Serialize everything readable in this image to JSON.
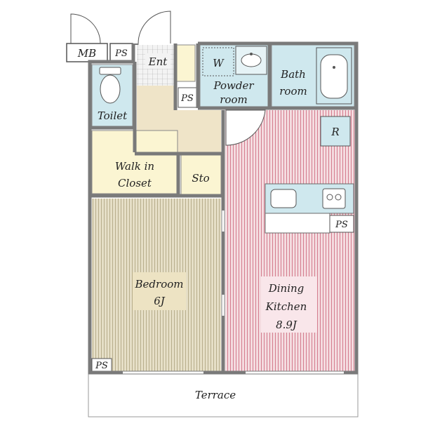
{
  "colors": {
    "wall": "#7a7a7a",
    "bedroom_floor": "#e6dfc7",
    "bedroom_stripe": "#b7ad8b",
    "dk_floor": "#f4dce0",
    "dk_stripe": "#d47b8d",
    "wet_area": "#cfe8ee",
    "closet": "#fbf5d2",
    "hall": "#efe4c8",
    "entrance_tile": "#f2f2f2",
    "label_panel_bed": "#ede3c3",
    "label_panel_dk": "#f9e6ea"
  },
  "rooms": {
    "mb": "MB",
    "ps_top": "PS",
    "ent": "Ent",
    "ps_hall": "PS",
    "w": "W",
    "powder_1": "Powder",
    "powder_2": "room",
    "bath_1": "Bath",
    "bath_2": "room",
    "toilet": "Toilet",
    "r": "R",
    "walk_1": "Walk in",
    "walk_2": "Closet",
    "sto": "Sto",
    "ps_kitchen": "PS",
    "bedroom_1": "Bedroom",
    "bedroom_2": "6J",
    "dk_1": "Dining",
    "dk_2": "Kitchen",
    "dk_3": "8.9J",
    "ps_bottom": "PS",
    "terrace": "Terrace"
  }
}
